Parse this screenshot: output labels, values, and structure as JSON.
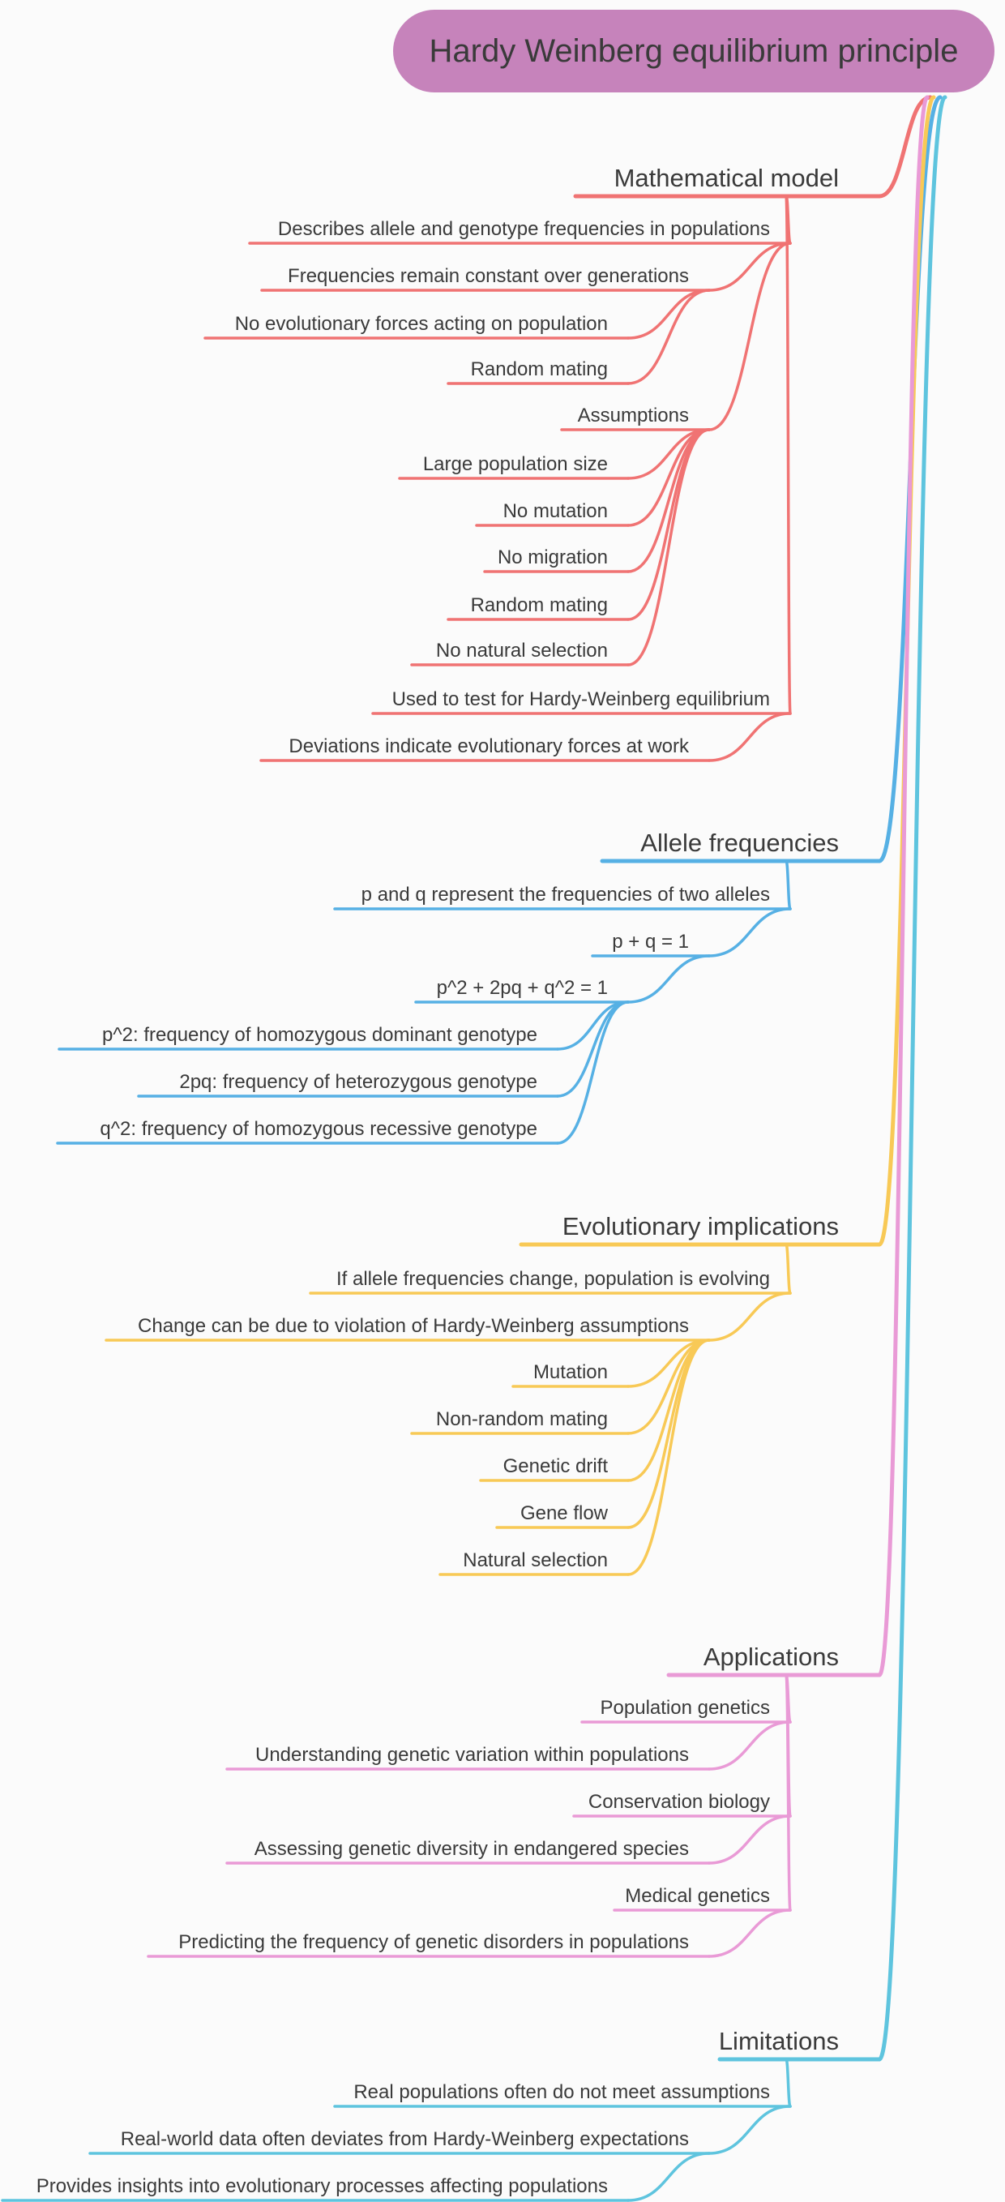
{
  "root": {
    "label": "Hardy Weinberg equilibrium principle",
    "color": "#c683bb"
  },
  "branches": [
    {
      "label": "Mathematical model",
      "color": "#f07373",
      "children": [
        {
          "label": "Describes allele and genotype frequencies in populations",
          "level": 1
        },
        {
          "label": "Frequencies remain constant over generations",
          "level": 2
        },
        {
          "label": "No evolutionary forces acting on population",
          "level": 3
        },
        {
          "label": "Random mating",
          "level": 3
        },
        {
          "label": "Assumptions",
          "level": 2
        },
        {
          "label": "Large population size",
          "level": 3
        },
        {
          "label": "No mutation",
          "level": 3
        },
        {
          "label": "No migration",
          "level": 3
        },
        {
          "label": "Random mating",
          "level": 3
        },
        {
          "label": "No natural selection",
          "level": 3
        },
        {
          "label": "Used to test for Hardy-Weinberg equilibrium",
          "level": 1
        },
        {
          "label": "Deviations indicate evolutionary forces at work",
          "level": 2
        }
      ]
    },
    {
      "label": "Allele frequencies",
      "color": "#56b0e4",
      "children": [
        {
          "label": "p and q represent the frequencies of two alleles",
          "level": 1
        },
        {
          "label": "p + q = 1",
          "level": 2
        },
        {
          "label": "p^2 + 2pq + q^2 = 1",
          "level": 3
        },
        {
          "label": "p^2: frequency of homozygous dominant genotype",
          "level": 4
        },
        {
          "label": "2pq: frequency of heterozygous genotype",
          "level": 4
        },
        {
          "label": "q^2: frequency of homozygous recessive genotype",
          "level": 4
        }
      ]
    },
    {
      "label": "Evolutionary implications",
      "color": "#f8c956",
      "children": [
        {
          "label": "If allele frequencies change, population is evolving",
          "level": 1
        },
        {
          "label": "Change can be due to violation of Hardy-Weinberg assumptions",
          "level": 2
        },
        {
          "label": "Mutation",
          "level": 3
        },
        {
          "label": "Non-random mating",
          "level": 3
        },
        {
          "label": "Genetic drift",
          "level": 3
        },
        {
          "label": "Gene flow",
          "level": 3
        },
        {
          "label": "Natural selection",
          "level": 3
        }
      ]
    },
    {
      "label": "Applications",
      "color": "#e99ad6",
      "children": [
        {
          "label": "Population genetics",
          "level": 1
        },
        {
          "label": "Understanding genetic variation within populations",
          "level": 2
        },
        {
          "label": "Conservation biology",
          "level": 1
        },
        {
          "label": "Assessing genetic diversity in endangered species",
          "level": 2
        },
        {
          "label": "Medical genetics",
          "level": 1
        },
        {
          "label": "Predicting the frequency of genetic disorders in populations",
          "level": 2
        }
      ]
    },
    {
      "label": "Limitations",
      "color": "#5ec4de",
      "children": [
        {
          "label": "Real populations often do not meet assumptions",
          "level": 1
        },
        {
          "label": "Real-world data often deviates from Hardy-Weinberg expectations",
          "level": 2
        },
        {
          "label": "Provides insights into evolutionary processes affecting populations",
          "level": 3
        }
      ]
    }
  ]
}
